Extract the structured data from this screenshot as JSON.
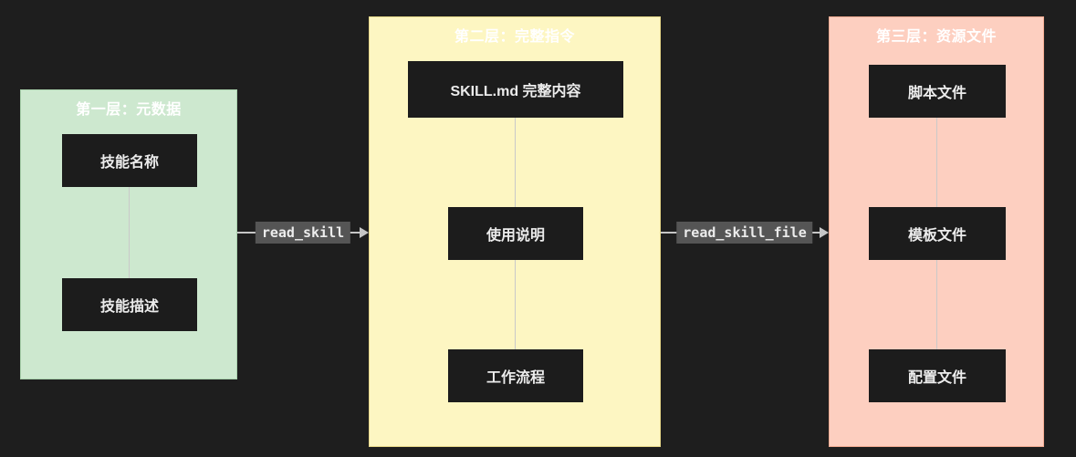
{
  "background": "#1e1e1e",
  "diagram": {
    "panels": [
      {
        "title": "第一层：元数据",
        "bg": "#cde8cf",
        "nodes": [
          {
            "label": "技能名称"
          },
          {
            "label": "技能描述"
          }
        ]
      },
      {
        "title": "第二层：完整指令",
        "bg": "#fdf6c2",
        "nodes": [
          {
            "label": "SKILL.md 完整内容"
          },
          {
            "label": "使用说明"
          },
          {
            "label": "工作流程"
          }
        ]
      },
      {
        "title": "第三层：资源文件",
        "bg": "#fdcfc0",
        "nodes": [
          {
            "label": "脚本文件"
          },
          {
            "label": "模板文件"
          },
          {
            "label": "配置文件"
          }
        ]
      }
    ],
    "edges": [
      {
        "label": "read_skill"
      },
      {
        "label": "read_skill_file"
      }
    ],
    "colors": {
      "node_bg": "#1c1c1c",
      "node_text": "#ececec",
      "panel_title_text": "#ffffff",
      "arrow": "#c6c6c6",
      "edge_label_bg": "#555555",
      "connector": "#c9c9c9"
    }
  }
}
